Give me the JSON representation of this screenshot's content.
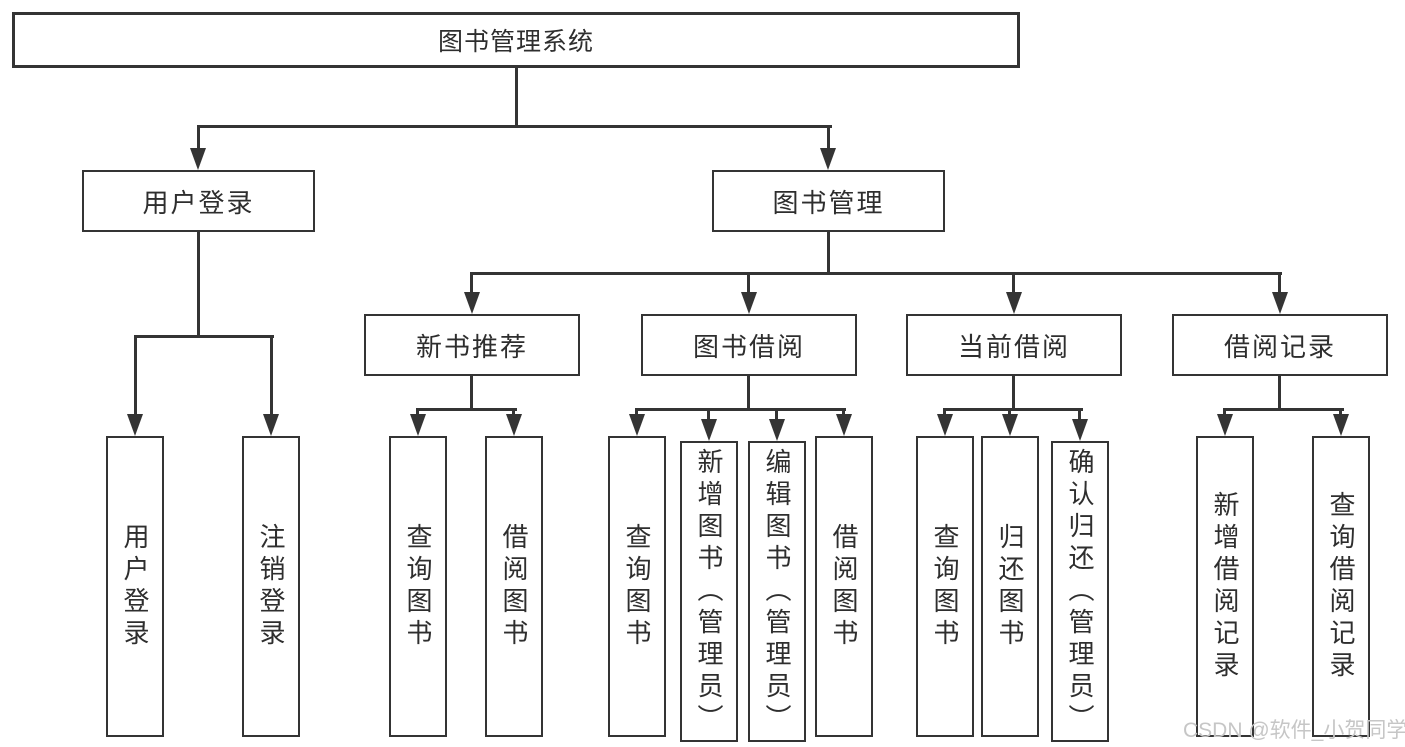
{
  "title": "图书管理系统",
  "watermark": "CSDN @软件_小贺同学",
  "colors": {
    "line": "#343434",
    "text": "#2e2e2e",
    "background": "#ffffff",
    "watermark": "#c6c6c6"
  },
  "tree": {
    "root": {
      "label": "图书管理系统"
    },
    "branches": [
      {
        "label": "用户登录",
        "children": [
          {
            "label": "用户登录"
          },
          {
            "label": "注销登录"
          }
        ]
      },
      {
        "label": "图书管理",
        "children": [
          {
            "label": "新书推荐",
            "children": [
              {
                "label": "查询图书"
              },
              {
                "label": "借阅图书"
              }
            ]
          },
          {
            "label": "图书借阅",
            "children": [
              {
                "label": "查询图书"
              },
              {
                "label": "新增图书（管理员）"
              },
              {
                "label": "编辑图书（管理员）"
              },
              {
                "label": "借阅图书"
              }
            ]
          },
          {
            "label": "当前借阅",
            "children": [
              {
                "label": "查询图书"
              },
              {
                "label": "归还图书"
              },
              {
                "label": "确认归还（管理员）"
              }
            ]
          },
          {
            "label": "借阅记录",
            "children": [
              {
                "label": "新增借阅记录"
              },
              {
                "label": "查询借阅记录"
              }
            ]
          }
        ]
      }
    ]
  }
}
